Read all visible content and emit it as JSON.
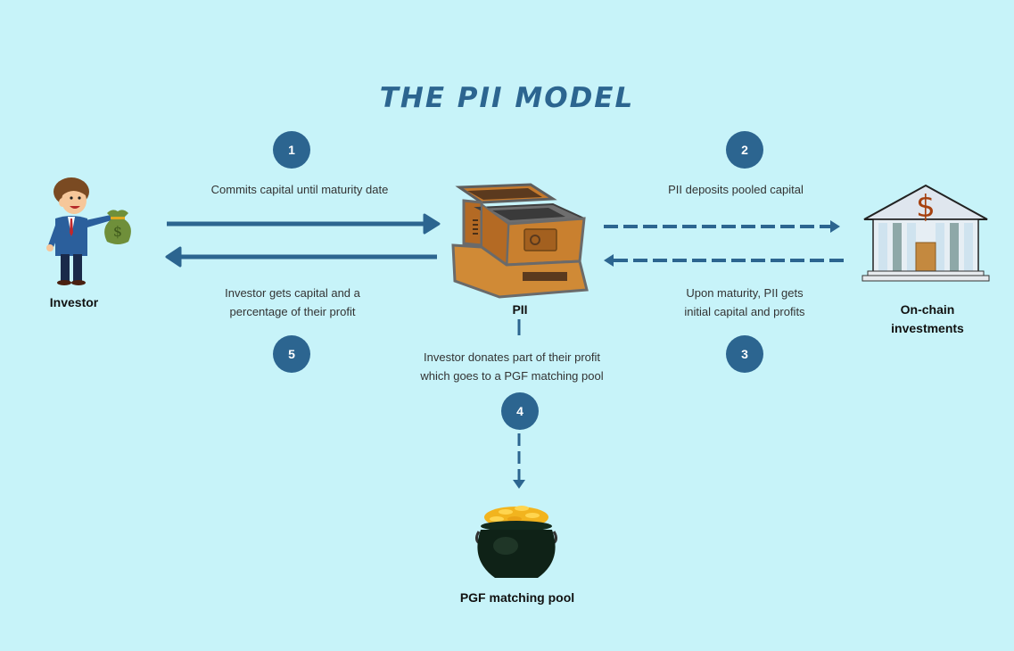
{
  "title": "THE PII MODEL",
  "colors": {
    "background": "#c7f3f9",
    "accent": "#2c6590",
    "text": "#333333"
  },
  "nodes": {
    "investor": {
      "label": "Investor",
      "icon": "investor-with-money-bag-icon"
    },
    "pii": {
      "label": "PII",
      "icon": "machine-box-icon"
    },
    "onchain": {
      "label_line1": "On-chain",
      "label_line2": "investments",
      "icon": "bank-building-icon"
    },
    "pool": {
      "label": "PGF matching pool",
      "icon": "pot-of-gold-icon"
    }
  },
  "steps": [
    {
      "number": "1",
      "line1": "Commits capital until maturity date",
      "line2": "",
      "from": "Investor",
      "to": "PII",
      "style": "solid"
    },
    {
      "number": "2",
      "line1": "PII deposits pooled capital",
      "line2": "",
      "from": "PII",
      "to": "On-chain investments",
      "style": "dashed"
    },
    {
      "number": "3",
      "line1": "Upon maturity, PII gets",
      "line2": "initial capital and profits",
      "from": "On-chain investments",
      "to": "PII",
      "style": "dashed"
    },
    {
      "number": "4",
      "line1": "Investor donates part of their profit",
      "line2": "which goes to a PGF matching pool",
      "from": "PII",
      "to": "PGF matching pool",
      "style": "dashed"
    },
    {
      "number": "5",
      "line1": "Investor gets capital and a",
      "line2": "percentage of their profit",
      "from": "PII",
      "to": "Investor",
      "style": "solid"
    }
  ]
}
